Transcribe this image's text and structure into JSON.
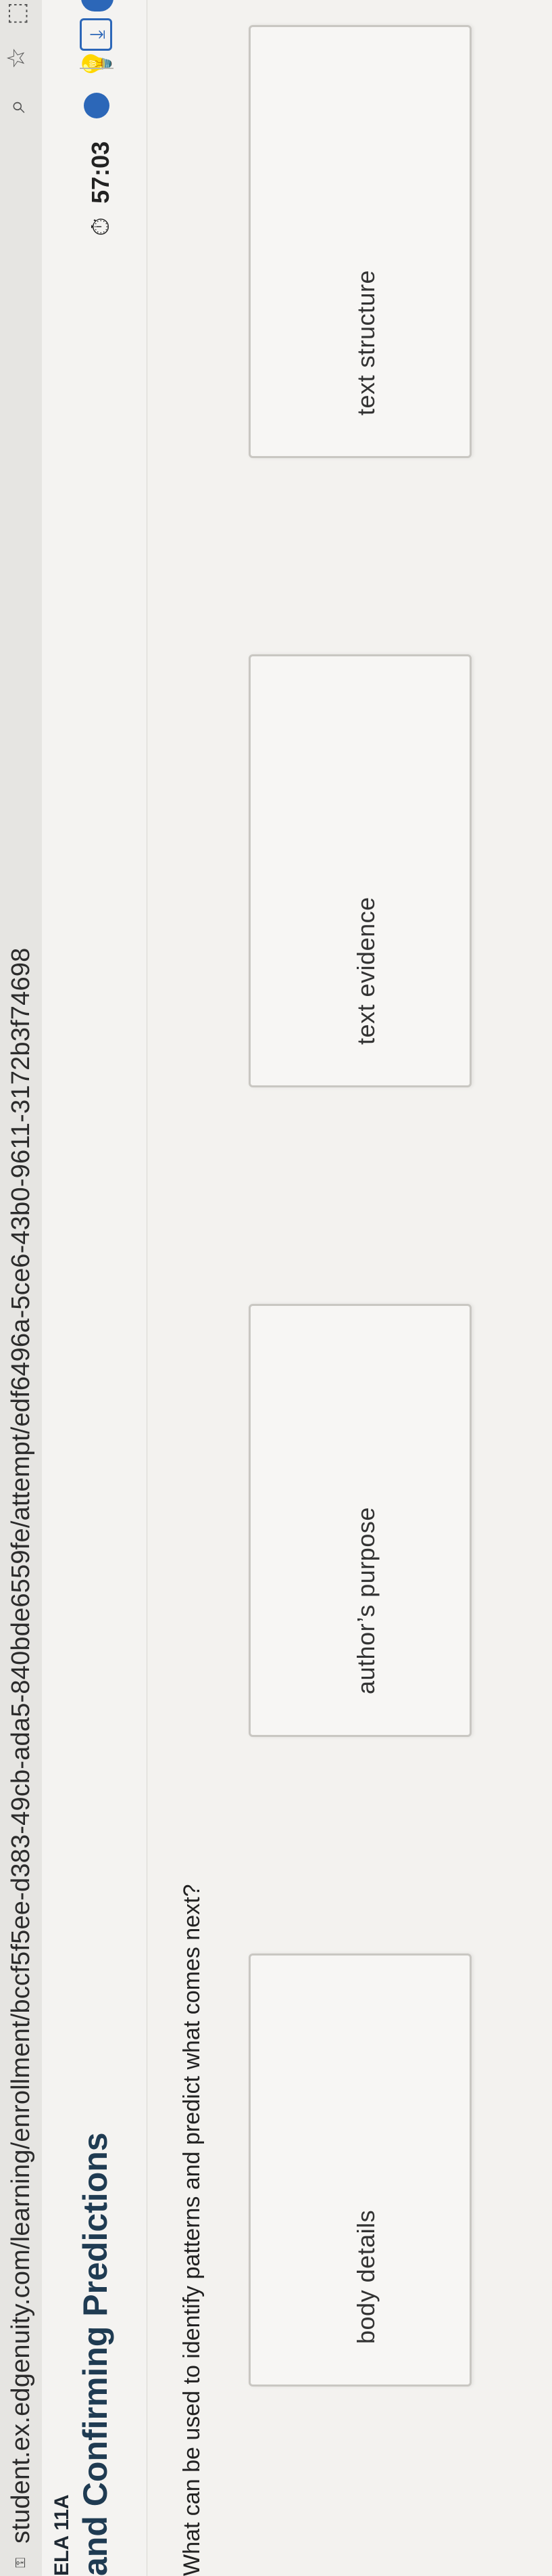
{
  "browser": {
    "lock_icon": "secure-site-icon",
    "url": "student.ex.edgenuity.com/learning/enrollment/bccf5f5ee-d383-49cb-ada5-840bde6559fe/attempt/edf6496a-5ce6-43b0-9611-3172b3f74698",
    "zoom_icon": "⌕",
    "star_icon": "☆",
    "extension_icon": "⬚"
  },
  "header": {
    "course": "ELA 11A",
    "lesson_title": "and Confirming Predictions",
    "timer": "57:03",
    "timer_icon": "⏱",
    "hint_icon": "💡",
    "download_icon": "⤓"
  },
  "question": {
    "prompt": "What can be used to identify patterns and predict what comes next?",
    "options": [
      "body details",
      "author’s purpose",
      "text evidence",
      "text structure"
    ]
  },
  "colors": {
    "accent": "#2c67b8",
    "title": "#1f3b52"
  }
}
